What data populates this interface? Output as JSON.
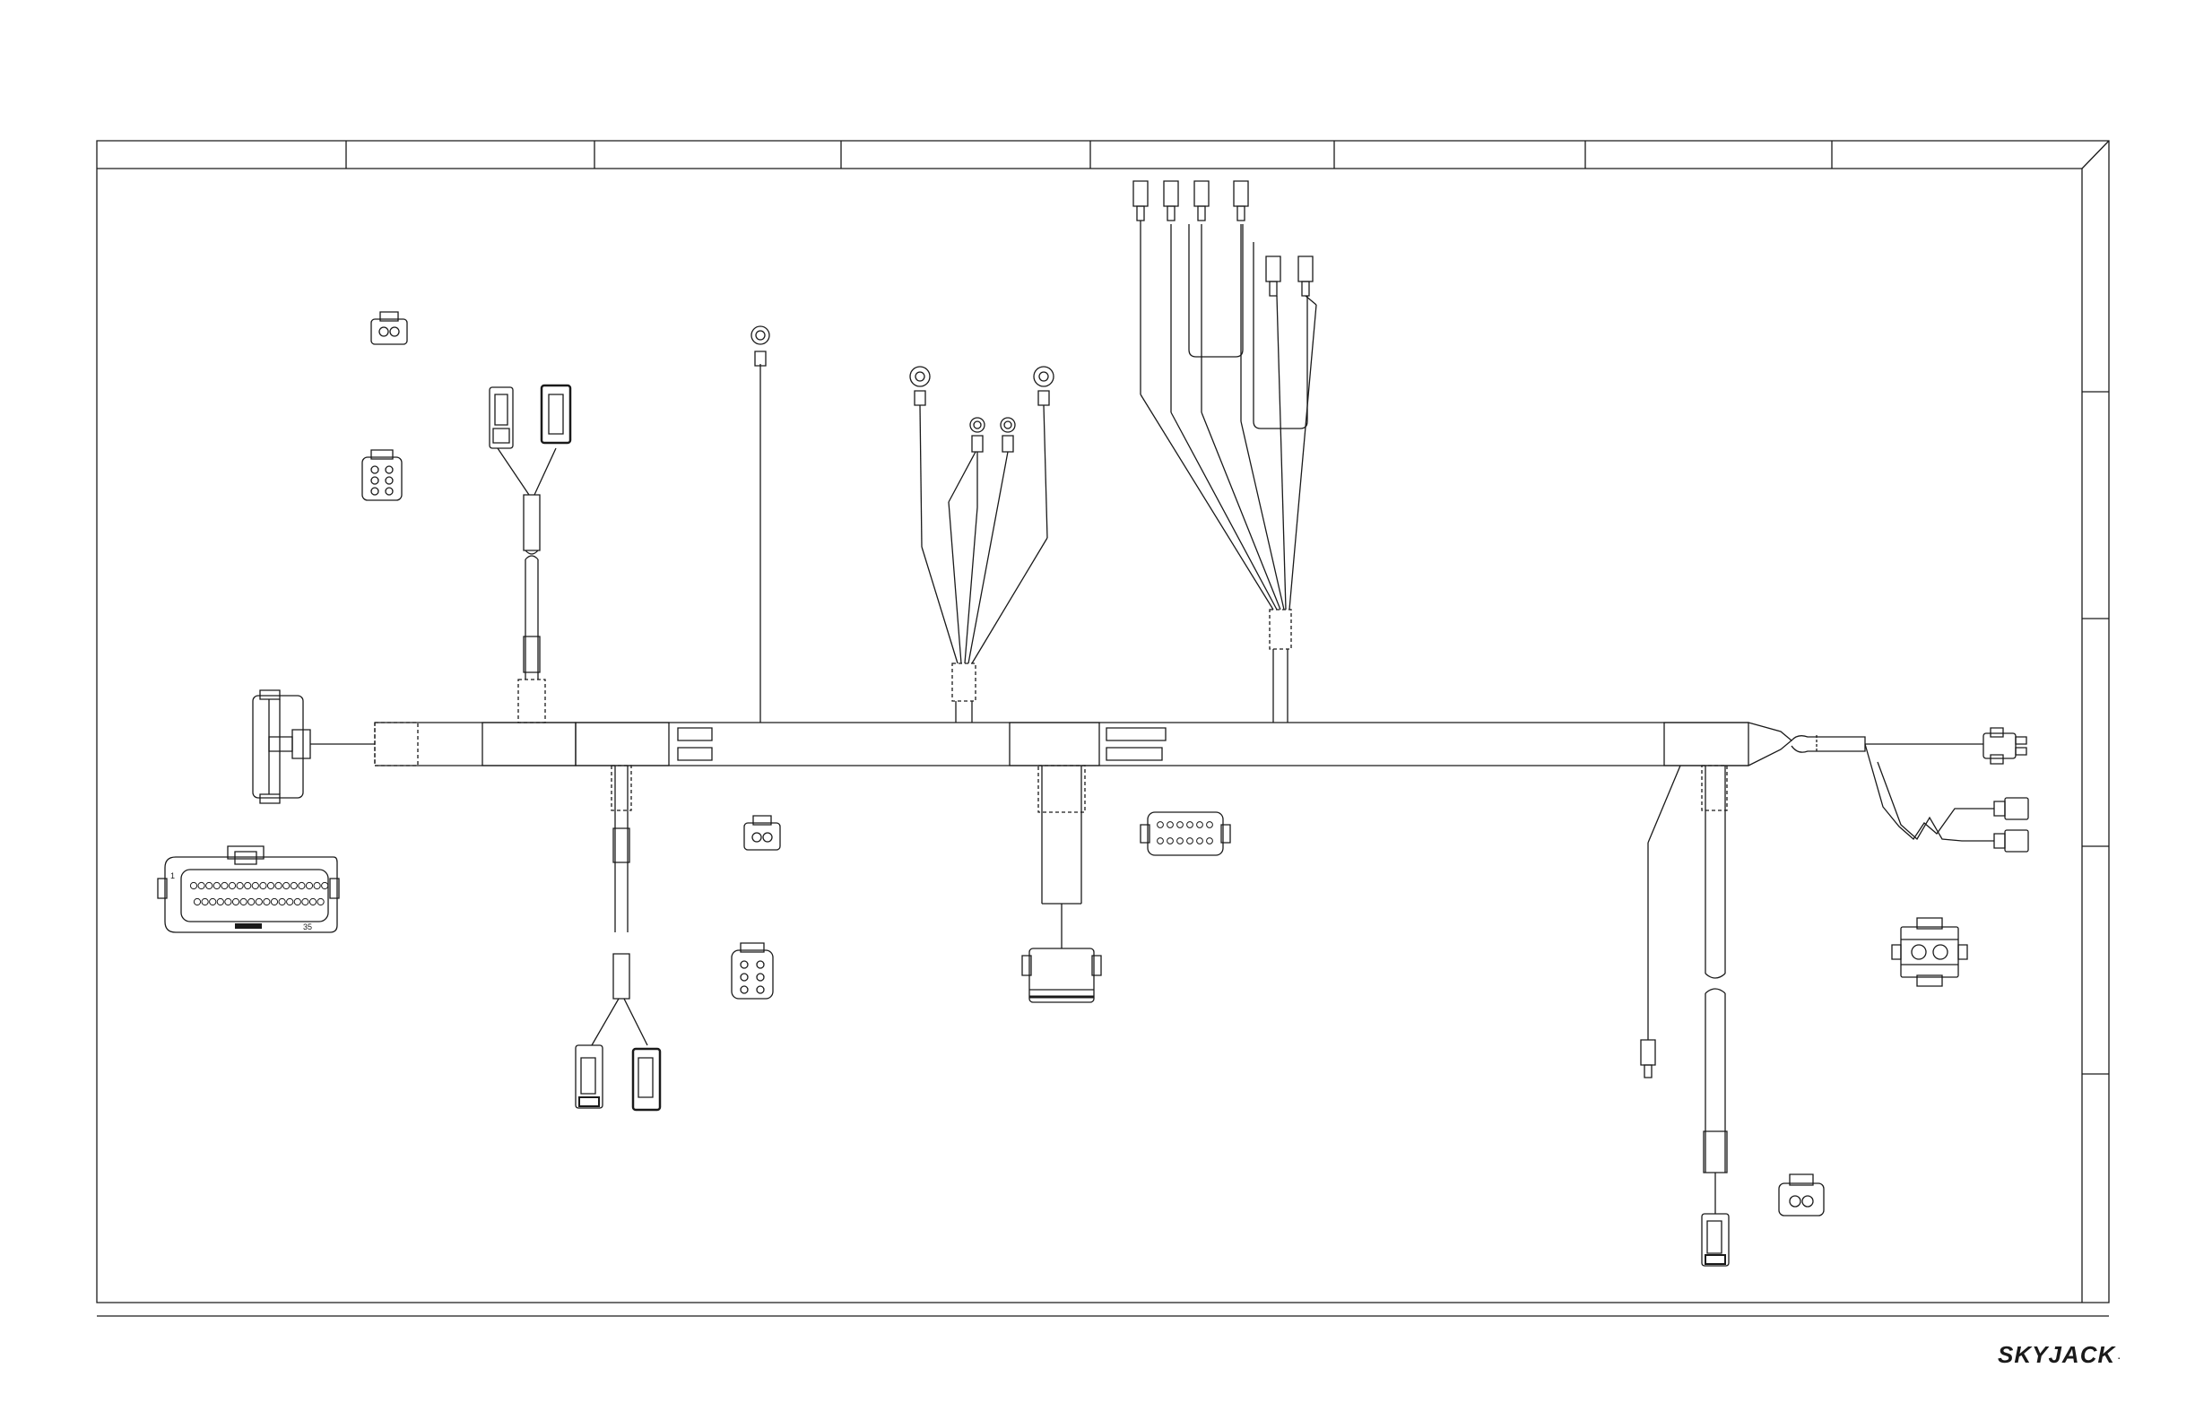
{
  "logo": {
    "text": "SKYJACK",
    "mark": "."
  },
  "connector_labels": {
    "ampseal_pin_first": "1",
    "ampseal_pin_last": "35"
  },
  "colors": {
    "line": "#1a1a1a",
    "background": "#ffffff"
  }
}
